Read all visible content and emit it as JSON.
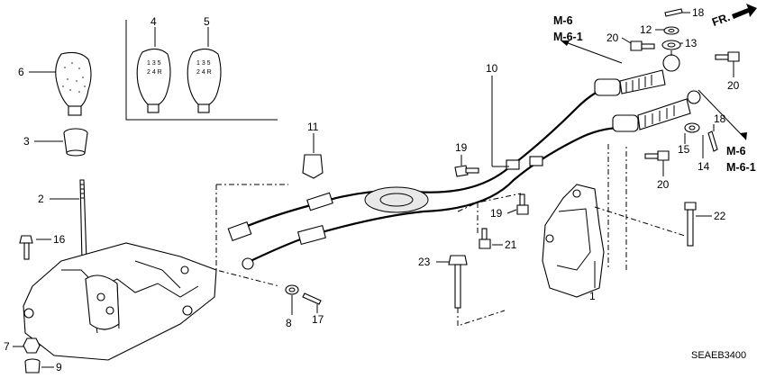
{
  "callouts": {
    "c1": "1",
    "c2": "2",
    "c3": "3",
    "c4": "4",
    "c5": "5",
    "c6": "6",
    "c7": "7",
    "c8": "8",
    "c9": "9",
    "c10": "10",
    "c11": "11",
    "c12": "12",
    "c13": "13",
    "c14": "14",
    "c15": "15",
    "c16": "16",
    "c17": "17",
    "c18a": "18",
    "c18b": "18",
    "c19a": "19",
    "c19b": "19",
    "c20a": "20",
    "c20b": "20",
    "c20c": "20",
    "c21": "21",
    "c22": "22",
    "c23": "23"
  },
  "refs": {
    "top_m6": "M-6",
    "top_m61": "M-6-1",
    "right_m6": "M-6",
    "right_m61": "M-6-1"
  },
  "front_label": "FR.",
  "diagram_code": "SEAEB3400"
}
